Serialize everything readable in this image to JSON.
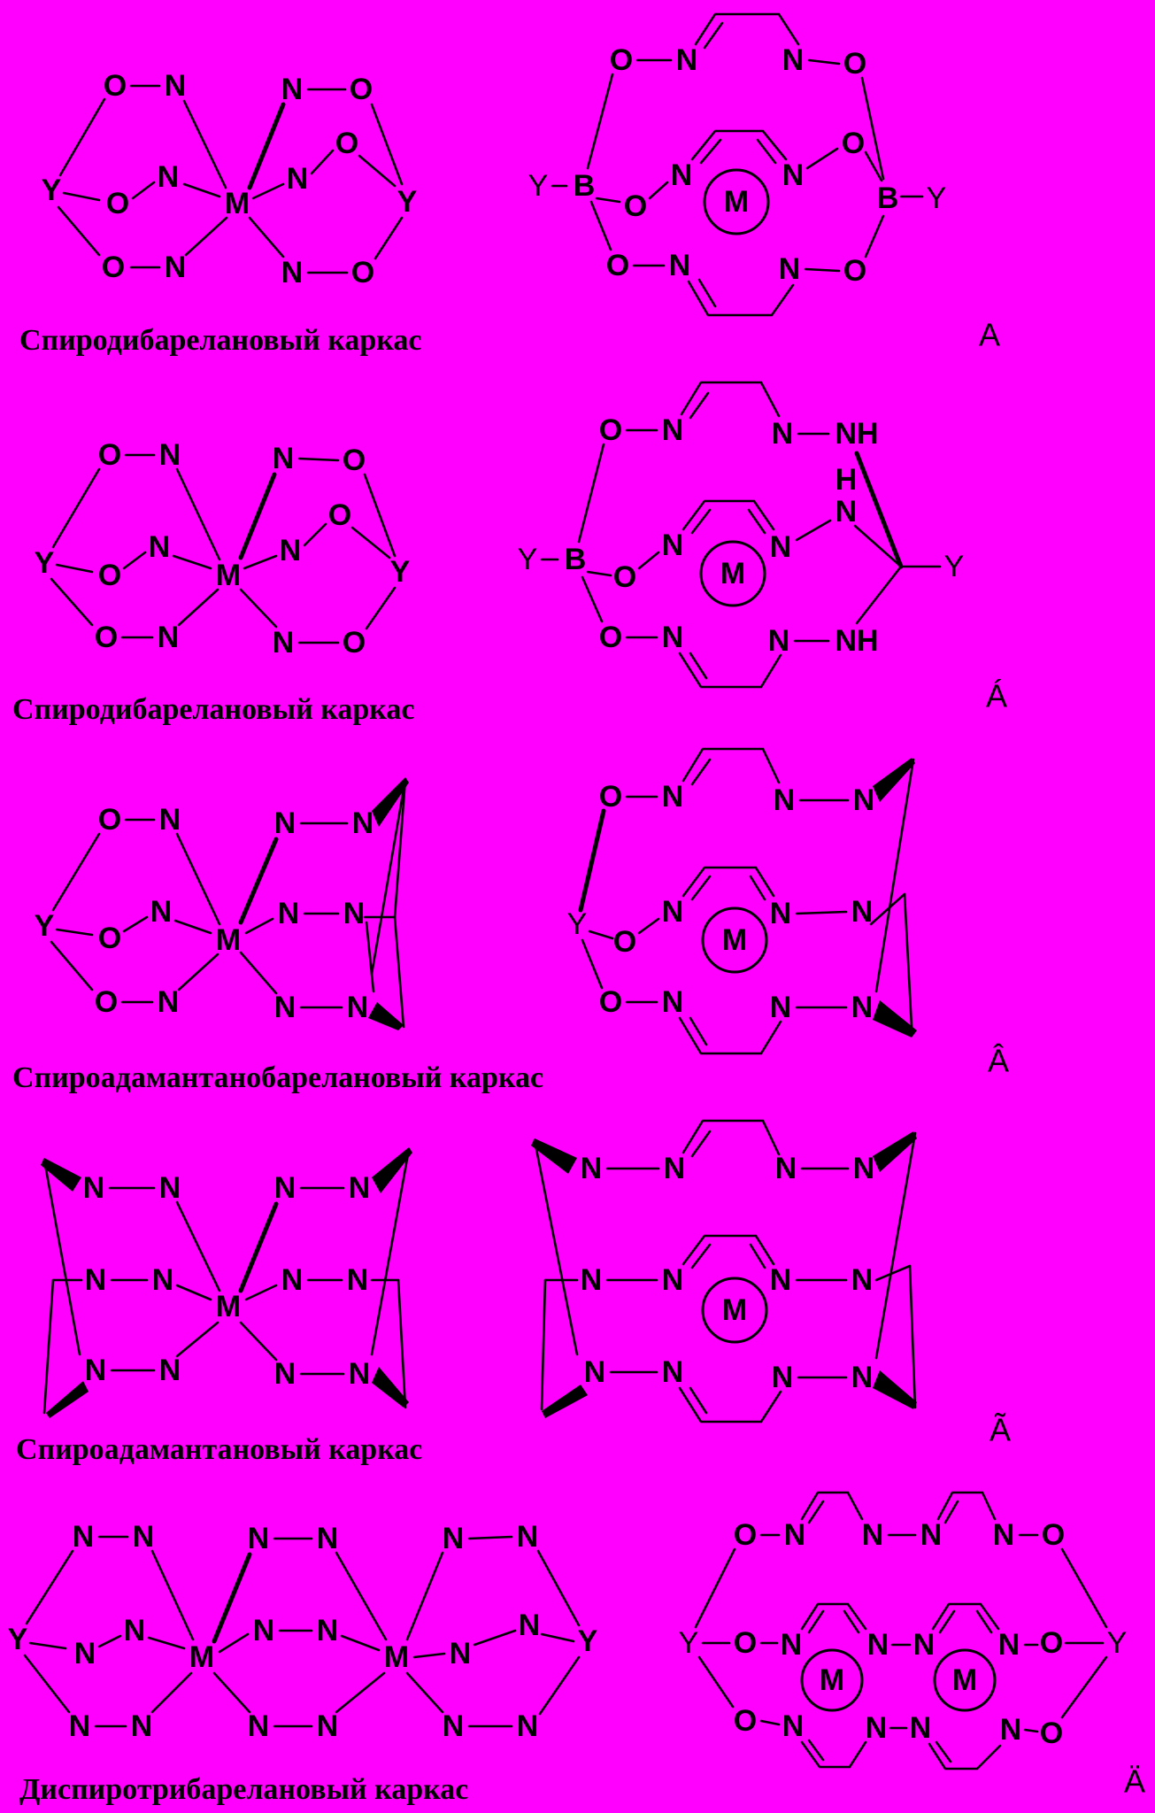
{
  "colors": {
    "background": "#ff00ff",
    "ink": "#000000"
  },
  "atoms": {
    "O": "O",
    "N": "N",
    "M": "M",
    "Y": "Y",
    "B": "B",
    "NH": "NH",
    "H": "H"
  },
  "rows": [
    {
      "caption": "Спиродибарелановый каркас",
      "tag": "A"
    },
    {
      "caption": "Спиродибарелановый каркас",
      "tag": "Á"
    },
    {
      "caption": "Спироадамантанобарелановый каркас",
      "tag": "Â"
    },
    {
      "caption": "Спироадамантановый каркас",
      "tag": "Ã"
    },
    {
      "caption": "Диспиротрибарелановый каркас",
      "tag": "Ä"
    }
  ]
}
